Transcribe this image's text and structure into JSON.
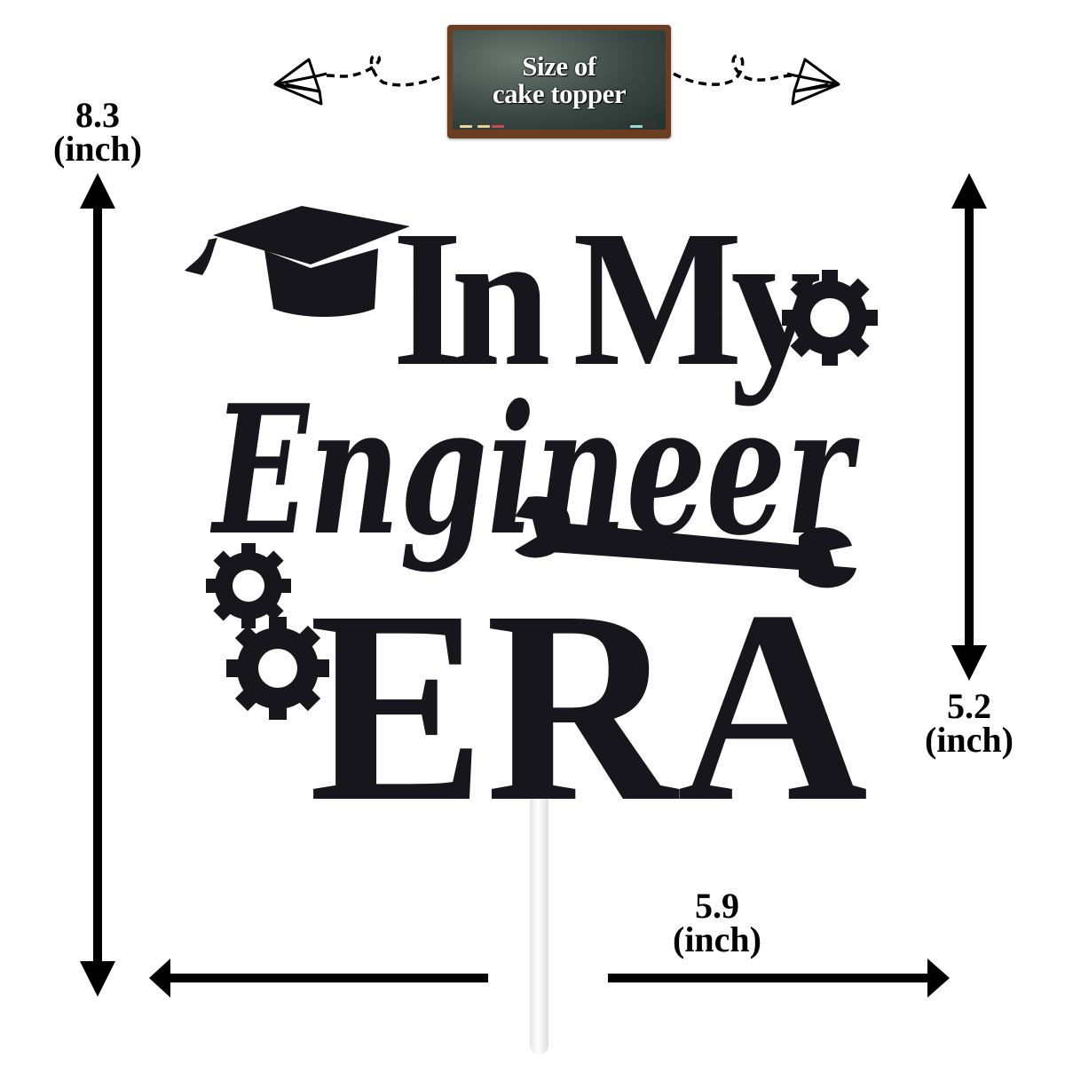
{
  "header": {
    "badge_line1": "Size of",
    "badge_line2": "cake topper"
  },
  "topper": {
    "line1": "In My",
    "line2": "Engineer",
    "line3": "ERA",
    "color": "#14141e",
    "stick_color": "#f0f0f0"
  },
  "dimensions": {
    "total_height": {
      "value": "8.3",
      "unit": "(inch)"
    },
    "topper_height": {
      "value": "5.2",
      "unit": "(inch)"
    },
    "width": {
      "value": "5.9",
      "unit": "(inch)"
    }
  },
  "decorations": {
    "icons": [
      "paper-plane-icon",
      "graduation-cap-icon",
      "gear-icon",
      "wrench-icon"
    ]
  }
}
